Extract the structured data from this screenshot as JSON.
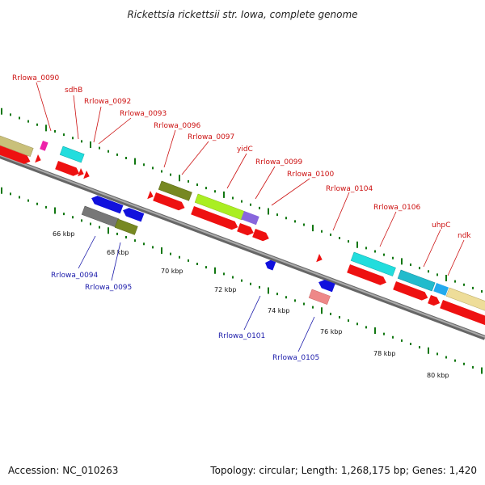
{
  "title": "Rickettsia rickettsii str. Iowa, complete genome",
  "footer": {
    "accession": "Accession: NC_010263",
    "topology": "Topology: circular; Length: 1,268,175 bp; Genes: 1,420"
  },
  "ticks": [
    "66 kbp",
    "68 kbp",
    "70 kbp",
    "72 kbp",
    "74 kbp",
    "76 kbp",
    "78 kbp",
    "80 kbp"
  ],
  "labels": [
    {
      "id": "Rrlowa_0090",
      "text": "Rrlowa_0090",
      "strand": "fwd"
    },
    {
      "id": "sdhB",
      "text": "sdhB",
      "strand": "fwd"
    },
    {
      "id": "Rrlowa_0092",
      "text": "Rrlowa_0092",
      "strand": "fwd"
    },
    {
      "id": "Rrlowa_0093",
      "text": "Rrlowa_0093",
      "strand": "fwd"
    },
    {
      "id": "Rrlowa_0096",
      "text": "Rrlowa_0096",
      "strand": "fwd"
    },
    {
      "id": "Rrlowa_0097",
      "text": "Rrlowa_0097",
      "strand": "fwd"
    },
    {
      "id": "yidC",
      "text": "yidC",
      "strand": "fwd"
    },
    {
      "id": "Rrlowa_0099",
      "text": "Rrlowa_0099",
      "strand": "fwd"
    },
    {
      "id": "Rrlowa_0100",
      "text": "Rrlowa_0100",
      "strand": "fwd"
    },
    {
      "id": "Rrlowa_0104",
      "text": "Rrlowa_0104",
      "strand": "fwd"
    },
    {
      "id": "Rrlowa_0106",
      "text": "Rrlowa_0106",
      "strand": "fwd"
    },
    {
      "id": "uhpC",
      "text": "uhpC",
      "strand": "fwd"
    },
    {
      "id": "ndk",
      "text": "ndk",
      "strand": "fwd"
    },
    {
      "id": "Rrlowa_0094",
      "text": "Rrlowa_0094",
      "strand": "rev"
    },
    {
      "id": "Rrlowa_0095",
      "text": "Rrlowa_0095",
      "strand": "rev"
    },
    {
      "id": "Rrlowa_0101",
      "text": "Rrlowa_0101",
      "strand": "rev"
    },
    {
      "id": "Rrlowa_0105",
      "text": "Rrlowa_0105",
      "strand": "rev"
    }
  ],
  "colors": {
    "cds": "#ee1111",
    "reverse_cds": "#1111dd",
    "backbone": "#888888",
    "gc_skew": "#117711",
    "cyan": "#22dddd",
    "olive": "#778822",
    "lime": "#aaee22",
    "khaki": "#c9c07a",
    "grey": "#777777",
    "pink": "#ee8888",
    "magenta": "#ee22aa",
    "violet": "#8866dd",
    "lightyellow": "#eedd99",
    "label_fwd": "#cc1111",
    "label_rev": "#1a1aaa"
  }
}
